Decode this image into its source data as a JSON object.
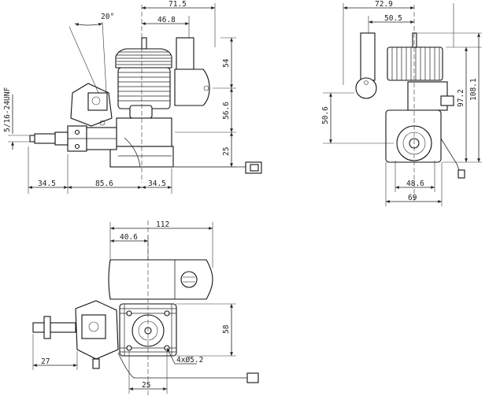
{
  "dimensions": {
    "side_view": {
      "angle": "20°",
      "top_overall": "71.5",
      "top_inner": "46.8",
      "height_upper": "54",
      "height_middle": "56.6",
      "height_lower": "25",
      "thread": "5/16-24UNF",
      "bottom_left": "34.5",
      "bottom_middle": "85.6",
      "bottom_right": "34.5"
    },
    "front_view": {
      "top_overall": "72.9",
      "top_inner": "50.5",
      "height_outer": "108.1",
      "height_inner": "97.2",
      "height_left": "50.6",
      "bottom_inner": "48.6",
      "bottom_overall": "69"
    },
    "top_view": {
      "overall": "112",
      "inner": "40.6",
      "height": "58",
      "bottom_left": "27",
      "bottom_right": "25",
      "holes": "4xØ5.2"
    }
  }
}
